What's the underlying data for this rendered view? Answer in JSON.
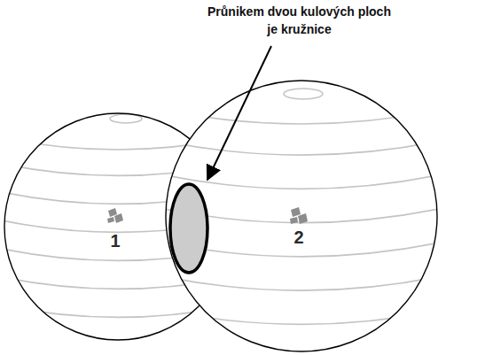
{
  "diagram": {
    "nodes": [
      {
        "text": [
          "1"
        ]
      },
      {
        "text": [
          "2"
        ]
      }
    ],
    "labels": [
      "Průnikem dvou kulových ploch je kružnice"
    ]
  }
}
